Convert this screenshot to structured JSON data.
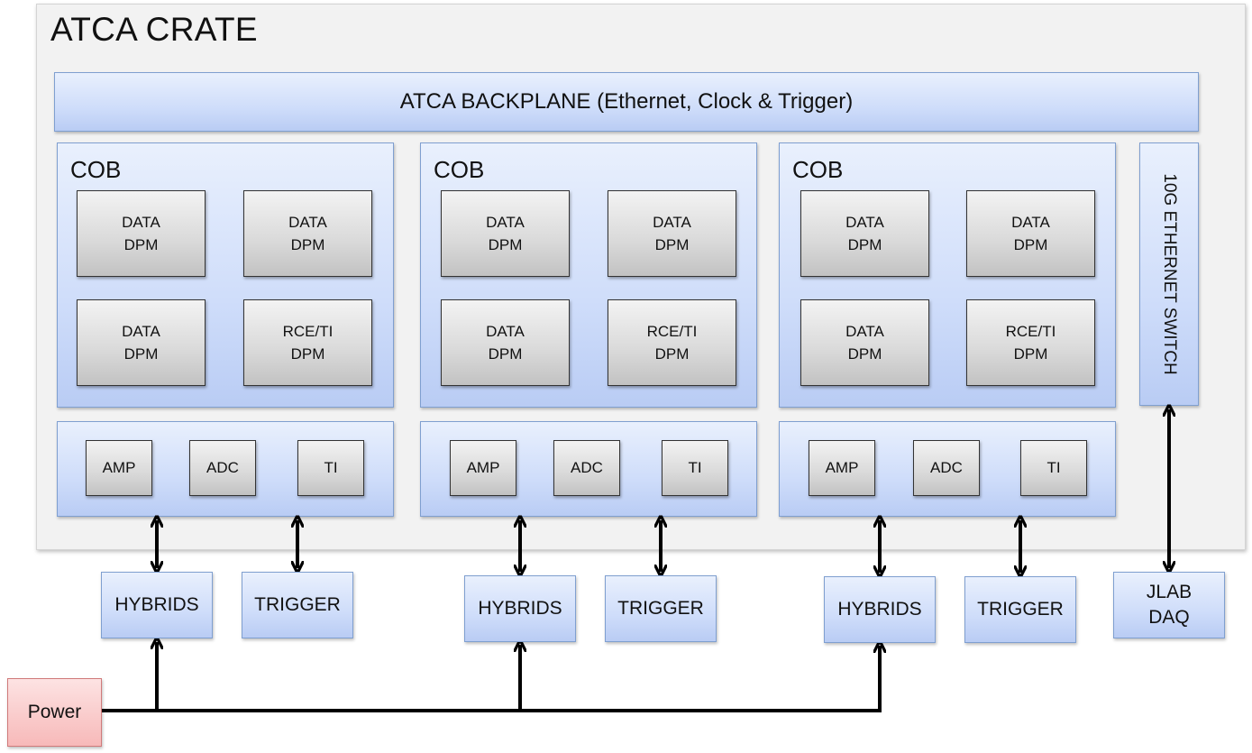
{
  "crate": {
    "title": "ATCA CRATE"
  },
  "backplane": {
    "label": "ATCA BACKPLANE (Ethernet, Clock & Trigger)"
  },
  "cob_label": "COB",
  "dpm": {
    "data": [
      "DATA",
      "DPM"
    ],
    "rce": [
      "RCE/TI",
      "DPM"
    ]
  },
  "chips": {
    "amp": "AMP",
    "adc": "ADC",
    "ti": "TI"
  },
  "switch": {
    "label": "10G ETHERNET SWITCH"
  },
  "external": {
    "hybrids": "HYBRIDS",
    "trigger": "TRIGGER",
    "jlab_daq": [
      "JLAB",
      "DAQ"
    ]
  },
  "power": {
    "label": "Power"
  },
  "colors": {
    "blue_box": "#cfddfa",
    "blue_border": "#7f9fd0",
    "gray_box": "#d9d9d9",
    "power_box": "#f7b9b9",
    "crate_bg": "#f2f2f2"
  }
}
